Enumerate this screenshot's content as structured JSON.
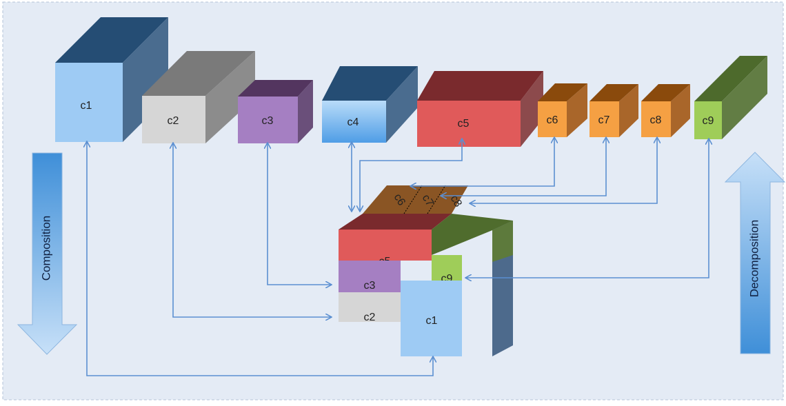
{
  "blocks": {
    "c1": "c1",
    "c2": "c2",
    "c3": "c3",
    "c4": "c4",
    "c5": "c5",
    "c6": "c6",
    "c7": "c7",
    "c8": "c8",
    "c9": "c9"
  },
  "assembly": {
    "c1": "c1",
    "c2": "c2",
    "c3": "c3",
    "c5": "c5",
    "c6": "c6",
    "c7": "c7",
    "c8": "c8",
    "c9": "c9"
  },
  "composition_label": "Composition",
  "decomposition_label": "Decomposition",
  "colors": {
    "background": "#e4ebf5",
    "arrow": "#5b8fd1",
    "c1": "#9ecbf4",
    "c2": "#d6d6d6",
    "c3": "#a57fc2",
    "c4": "#8fc3f0",
    "c5": "#e05a5a",
    "c678": "#f5a043",
    "c9": "#9fcd59"
  }
}
